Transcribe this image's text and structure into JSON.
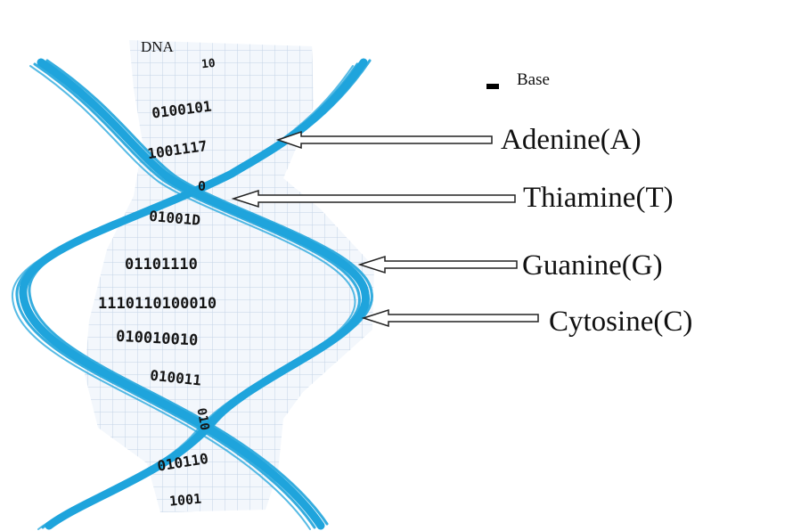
{
  "title": "DNA",
  "legend": {
    "label": "Base"
  },
  "bases": [
    {
      "name": "Adenine(A)"
    },
    {
      "name": "Thiamine(T)"
    },
    {
      "name": "Guanine(G)"
    },
    {
      "name": "Cytosine(C)"
    }
  ],
  "binary_rows": [
    "10",
    "0100101",
    "1001117",
    "0",
    "01001D",
    "01101110",
    "1110110100010",
    "010010010",
    "010011",
    "010",
    "010110",
    "1001"
  ],
  "colors": {
    "strand": "#1fa4dc",
    "grid_line": "#c3d3e6",
    "grid_background": "#f3f7fc",
    "text": "#111111"
  }
}
